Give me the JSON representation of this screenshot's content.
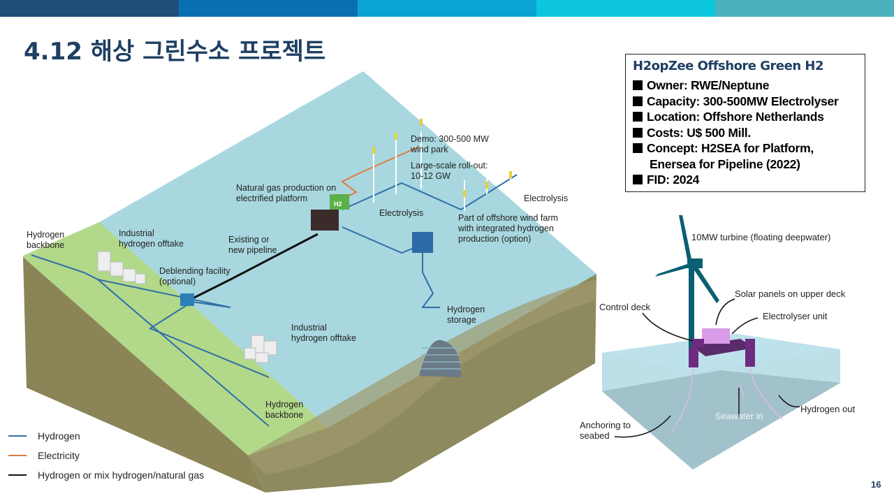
{
  "header": {
    "bar_colors": [
      "#1f4e79",
      "#0a6fb0",
      "#0aa3d2",
      "#0cc6dd",
      "#4ab1bd"
    ],
    "title": "4.12 해상 그린수소 프로젝트"
  },
  "left_diagram": {
    "labels": {
      "hydrogen_backbone_left": [
        "Hydrogen",
        "backbone"
      ],
      "industrial_offtake_top": [
        "Industrial",
        "hydrogen offtake"
      ],
      "deblending": [
        "Deblending facility",
        "(optional)"
      ],
      "existing_pipeline": [
        "Existing or",
        "new pipeline"
      ],
      "natural_gas": [
        "Natural gas production on",
        "electrified platform"
      ],
      "electrolysis_left": "Electrolysis",
      "demo": [
        "Demo: 300-500 MW",
        "wind park"
      ],
      "large_scale": [
        "Large-scale roll-out:",
        "10-12 GW"
      ],
      "electrolysis_right": "Electrolysis",
      "offshore_farm": [
        "Part of offshore wind farm",
        "with integrated hydrogen",
        "production (option)"
      ],
      "hydrogen_storage": [
        "Hydrogen",
        "storage"
      ],
      "industrial_offtake_bottom": [
        "Industrial",
        "hydrogen offtake"
      ],
      "hydrogen_backbone_bottom": [
        "Hydrogen",
        "backbone"
      ],
      "h2_tag": "H2"
    },
    "legend": [
      {
        "label": "Hydrogen",
        "color": "#2f6fa8"
      },
      {
        "label": "Electricity",
        "color": "#e07a3c"
      },
      {
        "label": "Hydrogen or mix hydrogen/natural gas",
        "color": "#111111"
      }
    ]
  },
  "info_box": {
    "title": "H2opZee Offshore Green H2",
    "items": [
      "Owner: RWE/Neptune",
      "Capacity: 300-500MW Electrolyser",
      "Location: Offshore Netherlands",
      "Costs: U$ 500 Mill.",
      "Concept: H2SEA for Platform,"
    ],
    "continuation": "Enersea for Pipeline (2022)",
    "last_item": "FID: 2024"
  },
  "right_diagram": {
    "turbine": "10MW turbine (floating deepwater)",
    "solar": "Solar panels on upper deck",
    "control_deck": "Control deck",
    "electrolyser_unit": "Electrolyser unit",
    "hydrogen_out": "Hydrogen out",
    "seawater_in": "Seawater in",
    "anchoring": [
      "Anchoring to",
      "seabed"
    ]
  },
  "page_number": "16"
}
